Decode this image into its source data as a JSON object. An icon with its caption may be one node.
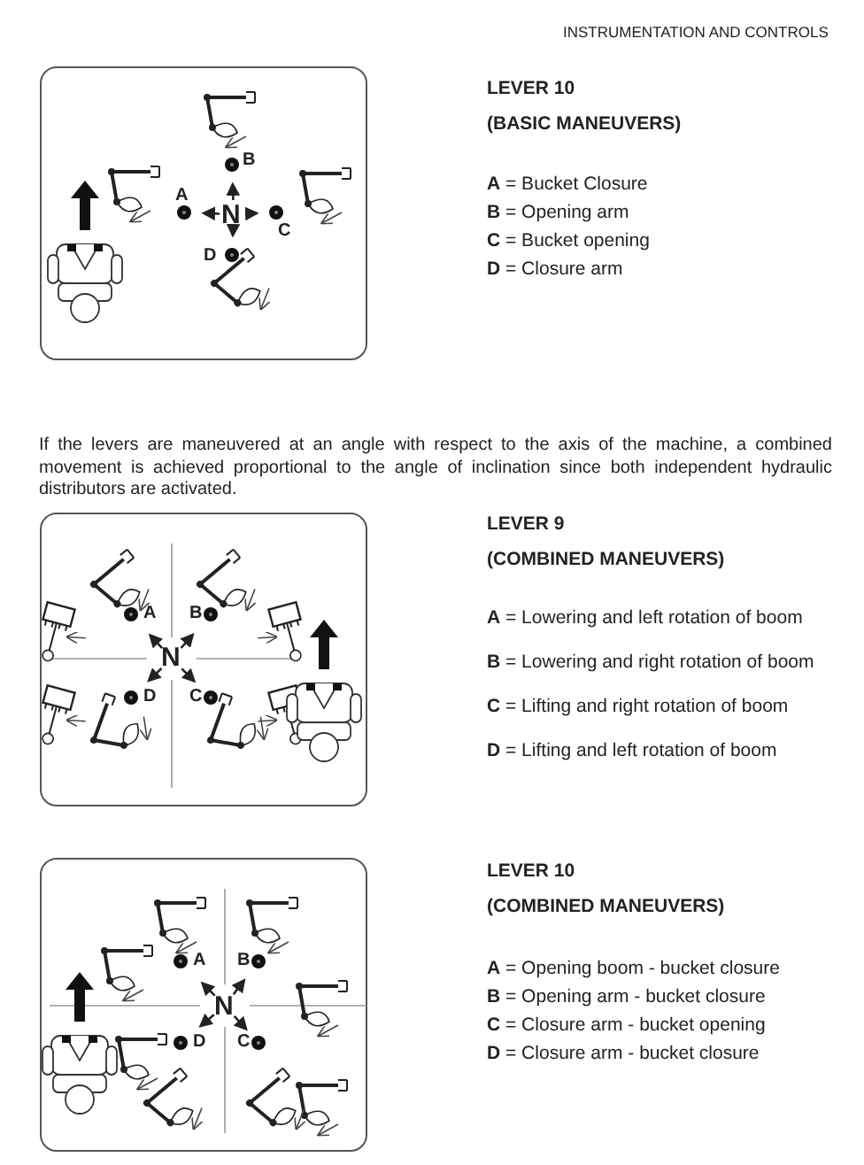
{
  "diagram": {
    "title": "INSTRUMENTATION AND CONTROLS",
    "labels": [
      "B",
      "A",
      "N",
      "C",
      "D",
      "LEVER 10",
      "(BASIC MANEUVERS)",
      "**A** = Bucket Closure",
      "**B** = Opening arm",
      "**C** = Bucket opening",
      "**D** = Closure arm",
      "If the levers are maneuvered at an angle with respect to the axis of the machine, a combined movement is achieved proportional to the angle of inclination since both independent hydraulic distributors are activated.",
      "A",
      "B",
      "N",
      "D",
      "C",
      "LEVER 9",
      "(COMBINED MANEUVERS)",
      "**A** = Lowering and left rotation of boom",
      "**B** = Lowering and right rotation of boom",
      "**C** = Lifting and right rotation of boom",
      "**D** = Lifting and left rotation of boom",
      "A",
      "B",
      "N",
      "D",
      "C",
      "LEVER 10",
      "(COMBINED MANEUVERS)",
      "**A** = Opening boom - bucket closure",
      "**B** = Opening arm - bucket closure",
      "**C** = Closure arm - bucket opening",
      "**D** = Closure arm - bucket closure"
    ]
  }
}
